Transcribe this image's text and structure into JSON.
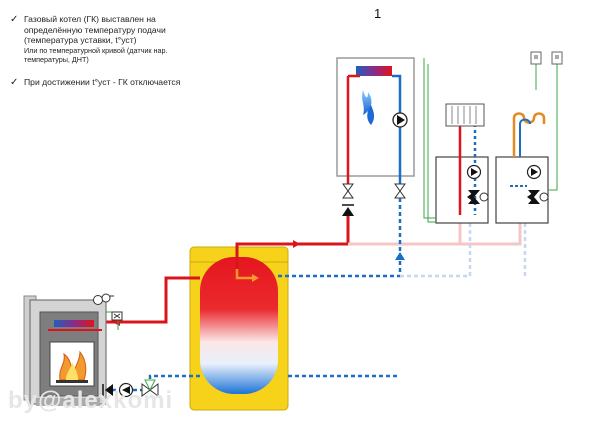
{
  "slide": {
    "number": "1"
  },
  "notes": [
    {
      "check": "✓",
      "main": "Газовый котел (ГК) выставлен на определённую температуру подачи (температура уставки, t°уст)",
      "detail": "Или по температурной кривой (датчик нар. температуры, ДНТ)"
    },
    {
      "check": "✓",
      "main": "При достижении  t°уст - ГК отключается",
      "detail": ""
    }
  ],
  "watermark": "by@alexkomi",
  "colors": {
    "hot": "#d9141c",
    "cold": "#1a6fc4",
    "hot_return": "#f4c6c6",
    "control": "#3aa64a",
    "tank_jacket": "#f7d21a",
    "floor_loop": "#e38a23"
  },
  "icons": [
    "flame-icon",
    "pump-icon",
    "valve-icon",
    "check-valve-icon",
    "mixing-valve-icon",
    "radiator-icon",
    "floor-heating-icon",
    "sensor-icon",
    "pressure-gauge-icon",
    "fire-icon"
  ]
}
